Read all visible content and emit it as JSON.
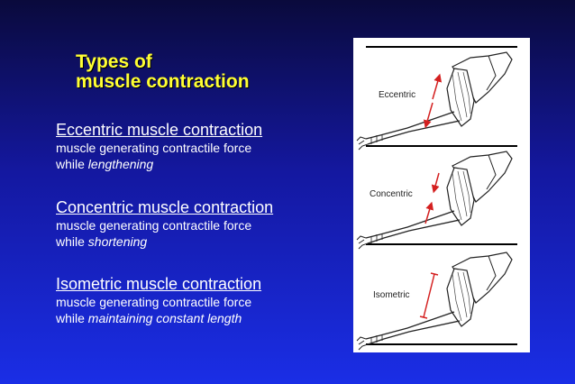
{
  "title": {
    "line1": "Types of",
    "line2": "muscle contraction"
  },
  "sections": [
    {
      "heading": "Eccentric muscle contraction",
      "line1": "muscle generating contractile force",
      "line2_prefix": "while ",
      "line2_italic": "lengthening"
    },
    {
      "heading": "Concentric muscle contraction",
      "line1": "muscle generating contractile force",
      "line2_prefix": "while ",
      "line2_italic": "shortening"
    },
    {
      "heading": "Isometric muscle contraction",
      "line1": "muscle generating contractile force",
      "line2_prefix": "while ",
      "line2_italic": "maintaining constant length"
    }
  ],
  "panel": {
    "labels": [
      "Eccentric",
      "Concentric",
      "Isometric"
    ]
  },
  "colors": {
    "title": "#ffff33",
    "text": "#ffffff",
    "arrow": "#d42020"
  }
}
